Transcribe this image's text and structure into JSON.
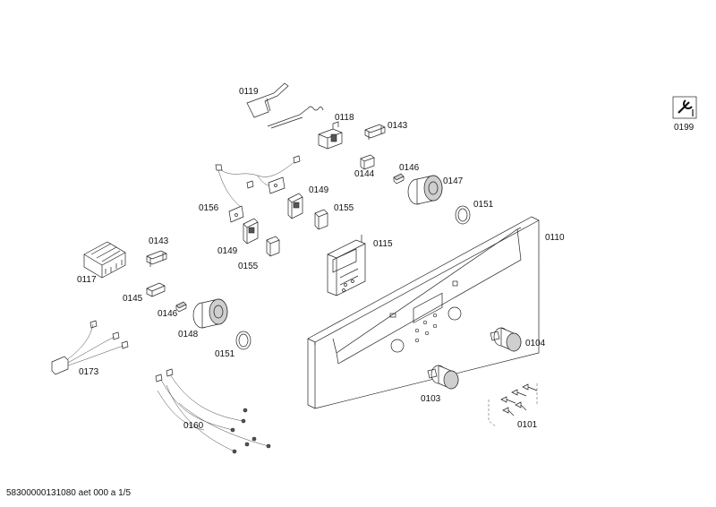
{
  "labels": {
    "p0119": "0119",
    "p0118": "0118",
    "p0143a": "0143",
    "p0144": "0144",
    "p0146a": "0146",
    "p0147": "0147",
    "p0151a": "0151",
    "p0110": "0110",
    "p0156": "0156",
    "p0149a": "0149",
    "p0155a": "0155",
    "p0115": "0115",
    "p0149b": "0149",
    "p0155b": "0155",
    "p0143b": "0143",
    "p0117": "0117",
    "p0145": "0145",
    "p0146b": "0146",
    "p0148": "0148",
    "p0151b": "0151",
    "p0173": "0173",
    "p0160": "0160",
    "p0104": "0104",
    "p0103": "0103",
    "p0101": "0101",
    "p0199": "0199"
  },
  "footer": "58300000131080 aet 000 a 1/5",
  "icons": {
    "service": "wrench-icon"
  }
}
